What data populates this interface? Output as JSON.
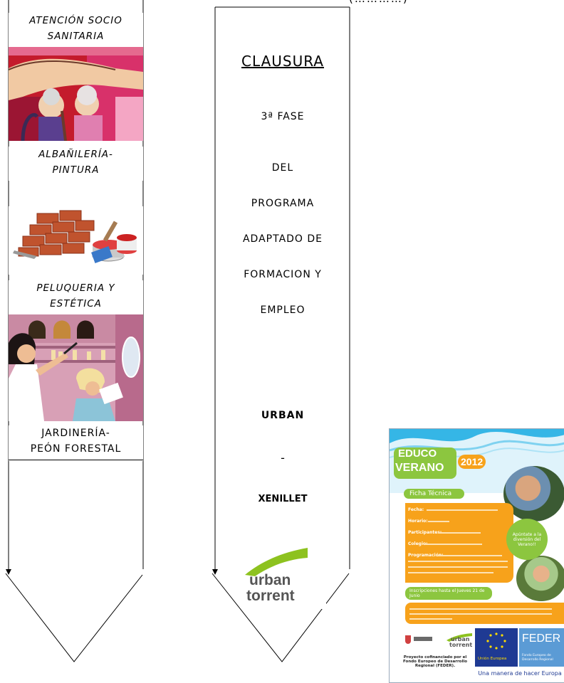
{
  "top_fragment": "(…………)",
  "left_column": {
    "labels": [
      "ATENCIÓN SOCIO SANITARIA",
      "ALBAÑILERÍA-PINTURA",
      "PELUQUERIA Y ESTÉTICA",
      "JARDINERÍA-PEÓN FORESTAL"
    ],
    "label_lines": [
      [
        "ATENCIÓN SOCIO",
        "SANITARIA"
      ],
      [
        "ALBAÑILERÍA-",
        "PINTURA"
      ],
      [
        "PELUQUERIA Y",
        "ESTÉTICA"
      ],
      [
        "JARDINERÍA-",
        "PEÓN FORESTAL"
      ]
    ]
  },
  "center_column": {
    "title": "CLAUSURA",
    "phase": "3ª FASE",
    "lines": [
      "DEL",
      "PROGRAMA",
      "ADAPTADO DE",
      "FORMACION Y",
      "EMPLEO"
    ],
    "urban": "URBAN",
    "dash": "-",
    "xenillet": "XENILLET",
    "logo_word1": "urban",
    "logo_word2": "torrent"
  },
  "poster": {
    "title1": "EDUCO",
    "title2": "VERANO",
    "year": "2012",
    "ficha": "Ficha Técnica",
    "fields": [
      "Fecha:",
      "Horario:",
      "Participantes:",
      "Colegio:",
      "Programación:"
    ],
    "callout": "Apúntate a la diversión del Verano!!",
    "inscripciones": "Inscripciones hasta el Jueves 21 de Junio",
    "cofinanciado": "Proyecto cofinanciado por el Fondo Europeo de Desarrollo Regional (FEDER).",
    "feder": "FEDER",
    "union": "Unión Europea",
    "fondo": "Fondo Europeo de Desarrollo Regional",
    "manera": "Una manera de hacer Europa",
    "logo_urban": "urban",
    "logo_torrent": "torrent"
  },
  "colors": {
    "ink": "#000000",
    "logo_green": "#8dc21f",
    "logo_gray": "#555555",
    "poster_orange": "#f7a21b",
    "poster_green": "#8cc63f",
    "eu_blue": "#1f3a93",
    "eu_yellow": "#ffdd00"
  }
}
